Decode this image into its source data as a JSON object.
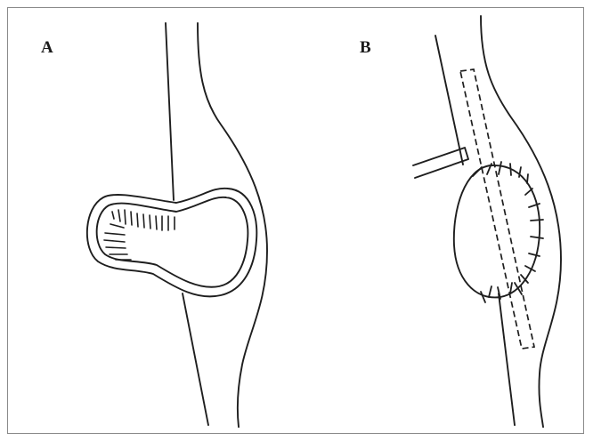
{
  "figure": {
    "panels": [
      {
        "id": "A",
        "label": "A",
        "depiction": "abdominal-wall-stoma-opening"
      },
      {
        "id": "B",
        "label": "B",
        "depiction": "sutured-closure-with-drain"
      }
    ],
    "colors": {
      "line": "#1e1e1e",
      "frame": "#8a8a8a",
      "background": "#ffffff"
    }
  }
}
